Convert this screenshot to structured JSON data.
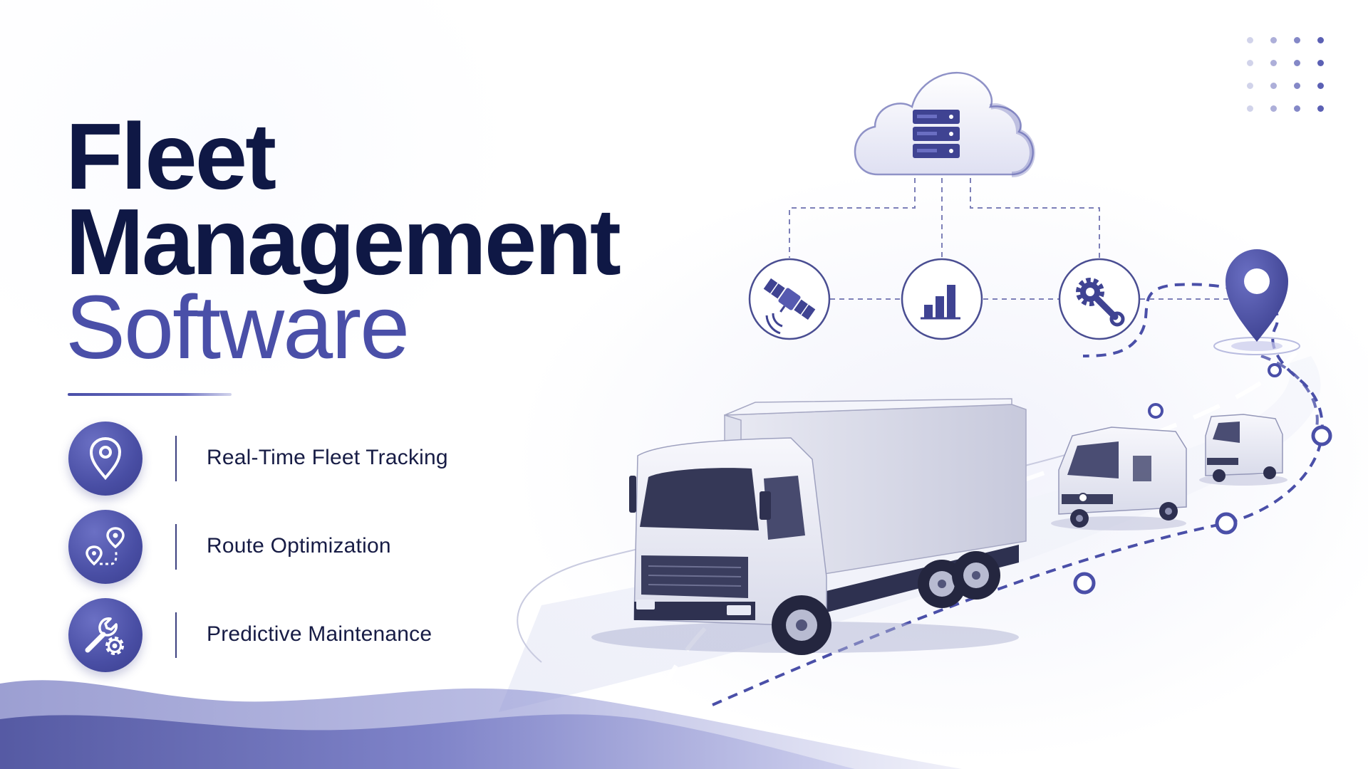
{
  "hero": {
    "title_line1": "Fleet",
    "title_line2": "Management",
    "title_line3": "Software"
  },
  "features": [
    {
      "label": "Real-Time Fleet Tracking",
      "icon": "location-pin-icon"
    },
    {
      "label": "Route Optimization",
      "icon": "route-icon"
    },
    {
      "label": "Predictive Maintenance",
      "icon": "wrench-gear-icon"
    }
  ],
  "diagram": {
    "cloud_icon": "cloud-server-icon",
    "nodes": [
      {
        "icon": "satellite-icon"
      },
      {
        "icon": "bar-chart-icon"
      },
      {
        "icon": "gear-wrench-icon"
      }
    ],
    "destination_icon": "map-pin-icon"
  },
  "colors": {
    "navy": "#0f1845",
    "accent": "#4a4fa8",
    "accent_light": "#6b70c4",
    "background": "#ffffff"
  }
}
